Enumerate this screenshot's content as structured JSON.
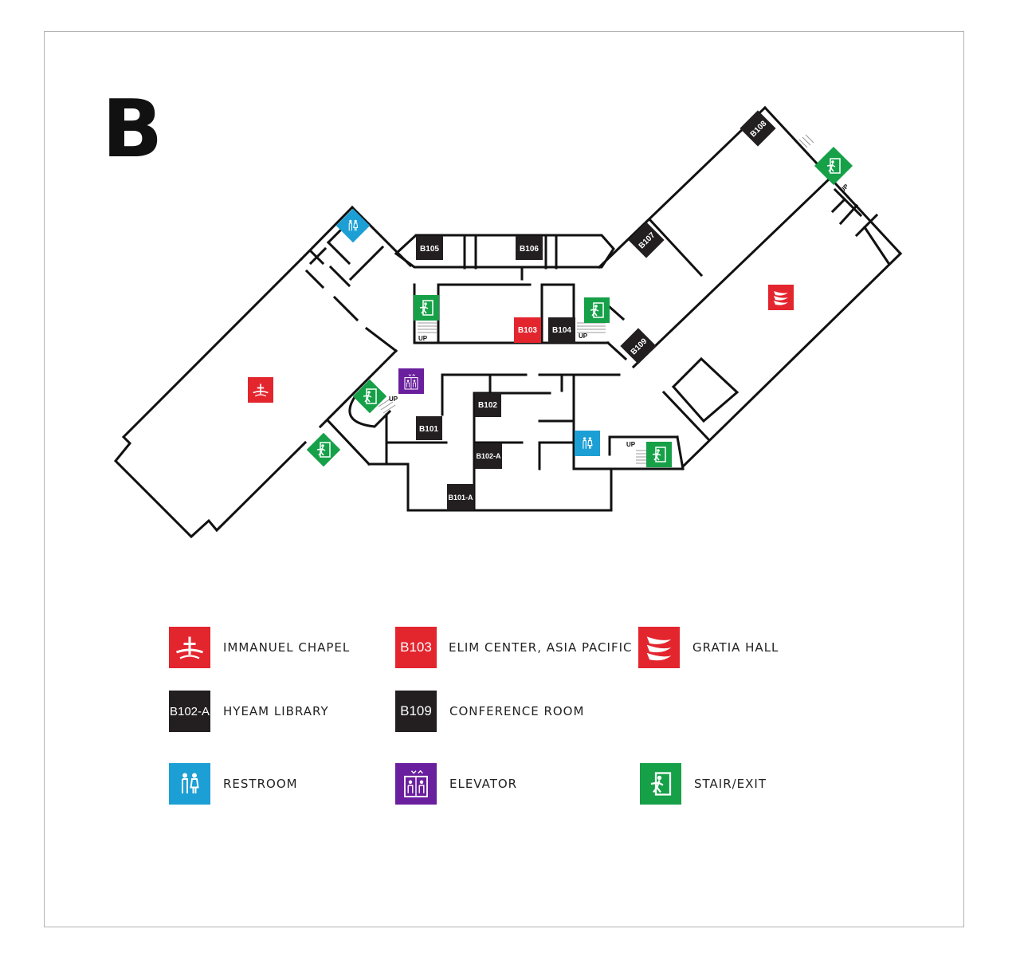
{
  "floor": {
    "letter": "B"
  },
  "colors": {
    "chapel_red": "#e3252e",
    "room_dark": "#231f20",
    "restroom_blue": "#1c9fd4",
    "elevator_purple": "#6a1f9e",
    "exit_green": "#16a048"
  },
  "rooms": {
    "b101": "B101",
    "b101a": "B101-A",
    "b102": "B102",
    "b102a": "B102-A",
    "b103": "B103",
    "b104": "B104",
    "b105": "B105",
    "b106": "B106",
    "b107": "B107",
    "b108": "B108",
    "b109": "B109"
  },
  "stairs": {
    "up_label": "UP"
  },
  "icons": {
    "chapel": "chapel-cross-icon",
    "gratia": "gratia-wing-icon",
    "restroom": "restroom-icon",
    "elevator": "elevator-icon",
    "exit": "stair-exit-icon"
  },
  "legend": {
    "immanuel_chapel": "IMMANUEL CHAPEL",
    "elim_center": {
      "code": "B103",
      "label": "ELIM CENTER, ASIA PACIFIC"
    },
    "gratia_hall": "GRATIA HALL",
    "hyeam_library": {
      "code": "B102-A",
      "label": "HYEAM LIBRARY"
    },
    "conference_room": {
      "code": "B109",
      "label": "CONFERENCE ROOM"
    },
    "restroom": "RESTROOM",
    "elevator": "ELEVATOR",
    "stair_exit": "STAIR/EXIT"
  }
}
